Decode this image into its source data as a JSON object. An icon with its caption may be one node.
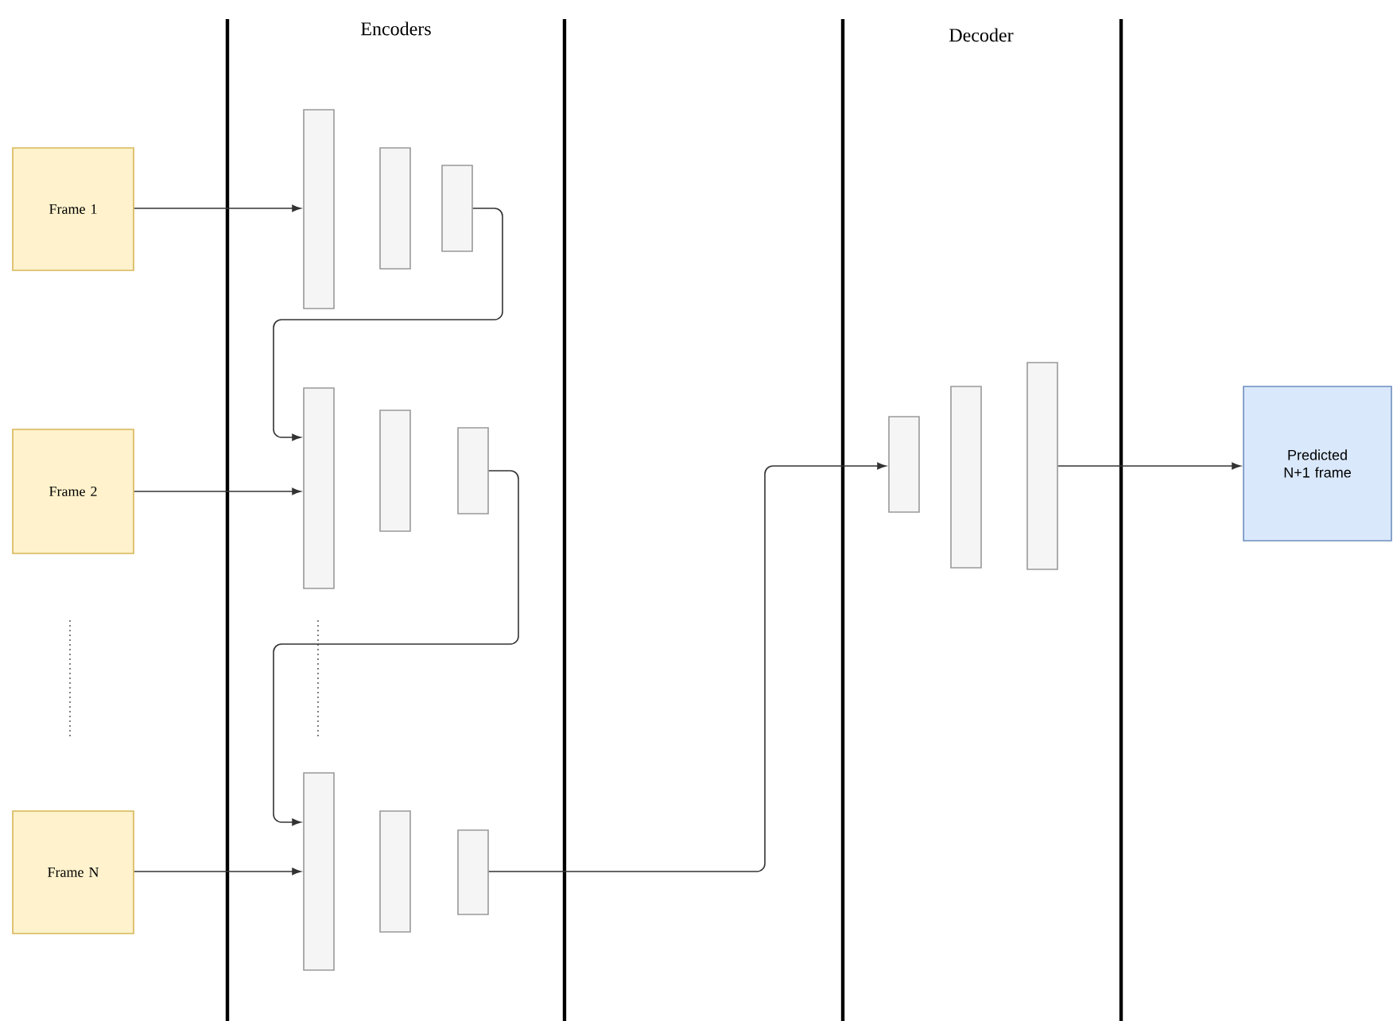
{
  "diagram": {
    "nodes": [
      {
        "text": [
          "Frame 1"
        ]
      },
      {
        "text": [
          "Frame 2"
        ]
      },
      {
        "text": [
          "Frame N"
        ]
      },
      {
        "text": [
          "Predicted N+1 frame"
        ]
      },
      {
        "text": [],
        "shape": "box"
      },
      {
        "text": [],
        "shape": "box"
      },
      {
        "text": [],
        "shape": "box"
      },
      {
        "text": [],
        "shape": "box"
      },
      {
        "text": [],
        "shape": "box"
      },
      {
        "text": [],
        "shape": "box"
      },
      {
        "text": [],
        "shape": "box"
      },
      {
        "text": [],
        "shape": "box"
      },
      {
        "text": [],
        "shape": "box"
      },
      {
        "text": [],
        "shape": "box"
      },
      {
        "text": [],
        "shape": "box"
      },
      {
        "text": [],
        "shape": "box"
      }
    ],
    "edges": [
      {
        "from": 0,
        "to": 4,
        "arrow": "to"
      },
      {
        "from": 1,
        "to": 7,
        "arrow": "to"
      },
      {
        "from": 2,
        "to": 10,
        "arrow": "to"
      },
      {
        "from": 6,
        "to": 7,
        "arrow": "to"
      },
      {
        "from": 9,
        "to": 10,
        "arrow": "to"
      },
      {
        "from": 12,
        "to": 13,
        "arrow": "to"
      },
      {
        "from": 15,
        "to": 3,
        "arrow": "to"
      }
    ],
    "labels": [
      "Encoders",
      "Decoder"
    ]
  }
}
